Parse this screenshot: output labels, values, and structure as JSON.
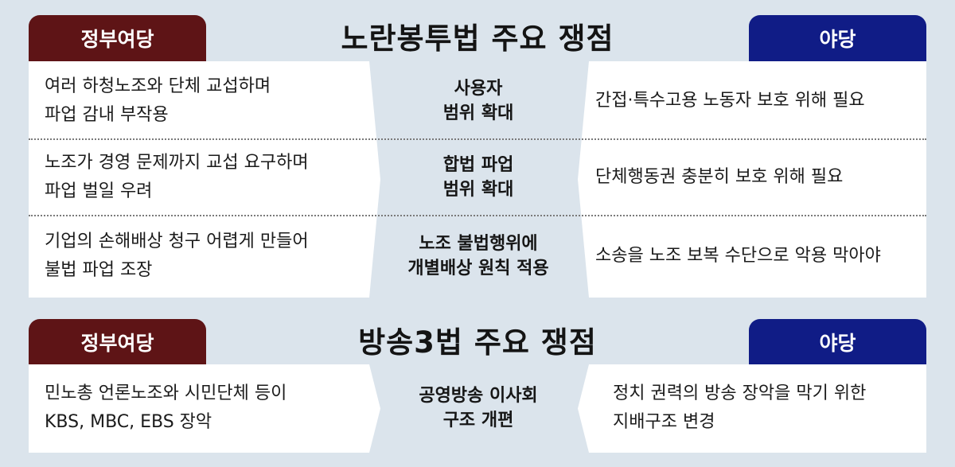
{
  "section1": {
    "title": "노란봉투법 주요 쟁점",
    "left_tab": "정부여당",
    "right_tab": "야당",
    "colors": {
      "gov": "#5e1416",
      "opp": "#101c86"
    },
    "rows": [
      {
        "gov": [
          "여러 하청노조와 단체 교섭하며",
          "파업 감내 부작용"
        ],
        "issue": [
          "사용자",
          "범위 확대"
        ],
        "opp": [
          "간접·특수고용 노동자 보호 위해 필요"
        ]
      },
      {
        "gov": [
          "노조가 경영 문제까지 교섭 요구하며",
          "파업 벌일 우려"
        ],
        "issue": [
          "합법 파업",
          "범위 확대"
        ],
        "opp": [
          "단체행동권 충분히 보호 위해 필요"
        ]
      },
      {
        "gov": [
          "기업의 손해배상 청구 어렵게 만들어",
          "불법 파업 조장"
        ],
        "issue": [
          "노조 불법행위에",
          "개별배상 원칙 적용"
        ],
        "opp": [
          "소송을 노조 보복 수단으로 악용 막아야"
        ]
      }
    ]
  },
  "section2": {
    "title": "방송3법 주요 쟁점",
    "left_tab": "정부여당",
    "right_tab": "야당",
    "rows": [
      {
        "gov": [
          "민노총 언론노조와 시민단체 등이",
          "KBS, MBC, EBS 장악"
        ],
        "issue": [
          "공영방송 이사회",
          "구조 개편"
        ],
        "opp": [
          "정치 권력의 방송 장악을 막기 위한",
          "지배구조 변경"
        ]
      }
    ]
  }
}
